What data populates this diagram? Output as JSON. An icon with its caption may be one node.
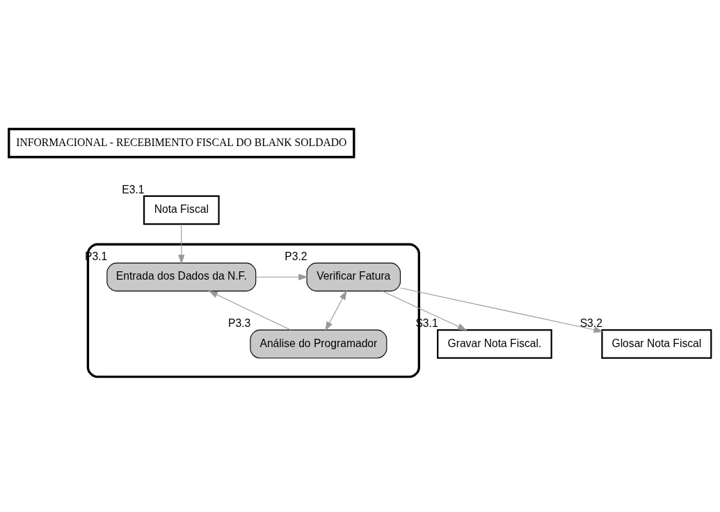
{
  "diagram": {
    "nodes": [
      {
        "text": [
          "INFORMACIONAL - RECEBIMENTO FISCAL DO BLANK SOLDADO"
        ]
      },
      {
        "text": [
          "Nota Fiscal"
        ],
        "beside": [
          "E3.1"
        ]
      },
      {
        "text": [],
        "shape": "box"
      },
      {
        "text": [
          "Entrada dos Dados da N.F."
        ],
        "in": 2,
        "beside": [
          "P3.1"
        ]
      },
      {
        "text": [
          "Verificar Fatura"
        ],
        "in": 2,
        "beside": [
          "P3.2"
        ]
      },
      {
        "text": [
          "Análise do Programador"
        ],
        "in": 2,
        "beside": [
          "P3.3"
        ]
      },
      {
        "text": [
          "Gravar Nota Fiscal."
        ],
        "beside": [
          "S3.1"
        ]
      },
      {
        "text": [
          "Glosar Nota Fiscal"
        ],
        "beside": [
          "S3.2"
        ]
      }
    ],
    "edges": [
      {
        "from": 1,
        "to": 3,
        "arrow": "to"
      },
      {
        "from": 3,
        "to": 4,
        "arrow": "to"
      },
      {
        "from": 4,
        "to": 6,
        "arrow": "to"
      },
      {
        "from": 4,
        "to": 7,
        "arrow": "to"
      },
      {
        "from": 4,
        "to": 5,
        "arrow": "both"
      },
      {
        "from": 5,
        "to": 3,
        "arrow": "to"
      }
    ]
  }
}
